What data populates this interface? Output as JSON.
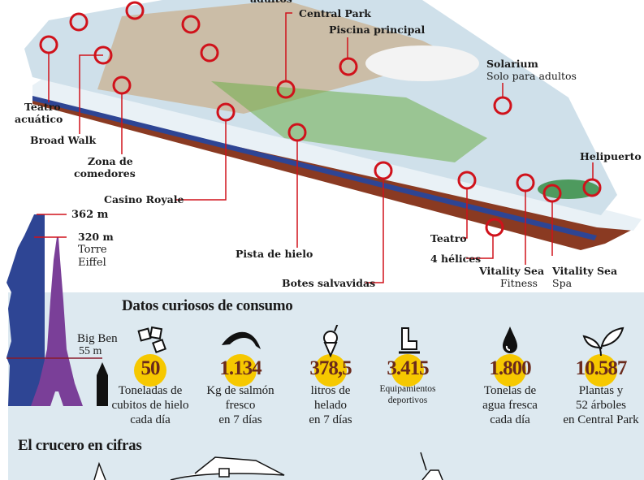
{
  "ship_labels": {
    "top_cut": "adultos",
    "central_park": "Central Park",
    "piscina": "Piscina principal",
    "solarium": "Solarium",
    "solarium_sub": "Solo para adultos",
    "teatro_acuatico_1": "Teatro",
    "teatro_acuatico_2": "acuático",
    "broad_walk": "Broad Walk",
    "comedores_1": "Zona de",
    "comedores_2": "comedores",
    "casino": "Casino Royale",
    "pista": "Pista de hielo",
    "botes": "Botes salvavidas",
    "teatro": "Teatro",
    "helices": "4 hélices",
    "fitness_1": "Vitality Sea",
    "fitness_2": "Fitness",
    "spa_1": "Vitality Sea",
    "spa_2": "Spa",
    "helipuerto": "Helipuerto"
  },
  "comparison": {
    "ship_height": "362 m",
    "eiffel_height": "320 m",
    "eiffel_1": "Torre",
    "eiffel_2": "Eiffel",
    "bigben_name": "Big Ben",
    "bigben_height": "55 m"
  },
  "consumo": {
    "title": "Datos curiosos de consumo",
    "items": [
      {
        "icon": "ice-cubes-icon",
        "value": "50",
        "label": "Toneladas de\ncubitos de hielo\ncada día"
      },
      {
        "icon": "salmon-icon",
        "value": "1.134",
        "label": "Kg de salmón\nfresco\nen 7 días"
      },
      {
        "icon": "ice-cream-icon",
        "value": "378,5",
        "label": "litros de\nhelado\nen 7 días"
      },
      {
        "icon": "skate-icon",
        "value": "3.415",
        "label": "Equipamientos\ndeportivos"
      },
      {
        "icon": "water-drop-icon",
        "value": "1.800",
        "label": "Tonelas de\nagua fresca\ncada día"
      },
      {
        "icon": "plant-icon",
        "value": "10.587",
        "label": "Plantas y\n52 árboles\nen Central Park"
      }
    ]
  },
  "cifras": {
    "title": "El crucero en cifras"
  },
  "colors": {
    "marker": "#d0121b",
    "panel": "#dde9f0",
    "highlight": "#f6c800",
    "number": "#6a2a1c",
    "ship_silhouette": "#2e4594",
    "eiffel": "#7a3f98"
  }
}
